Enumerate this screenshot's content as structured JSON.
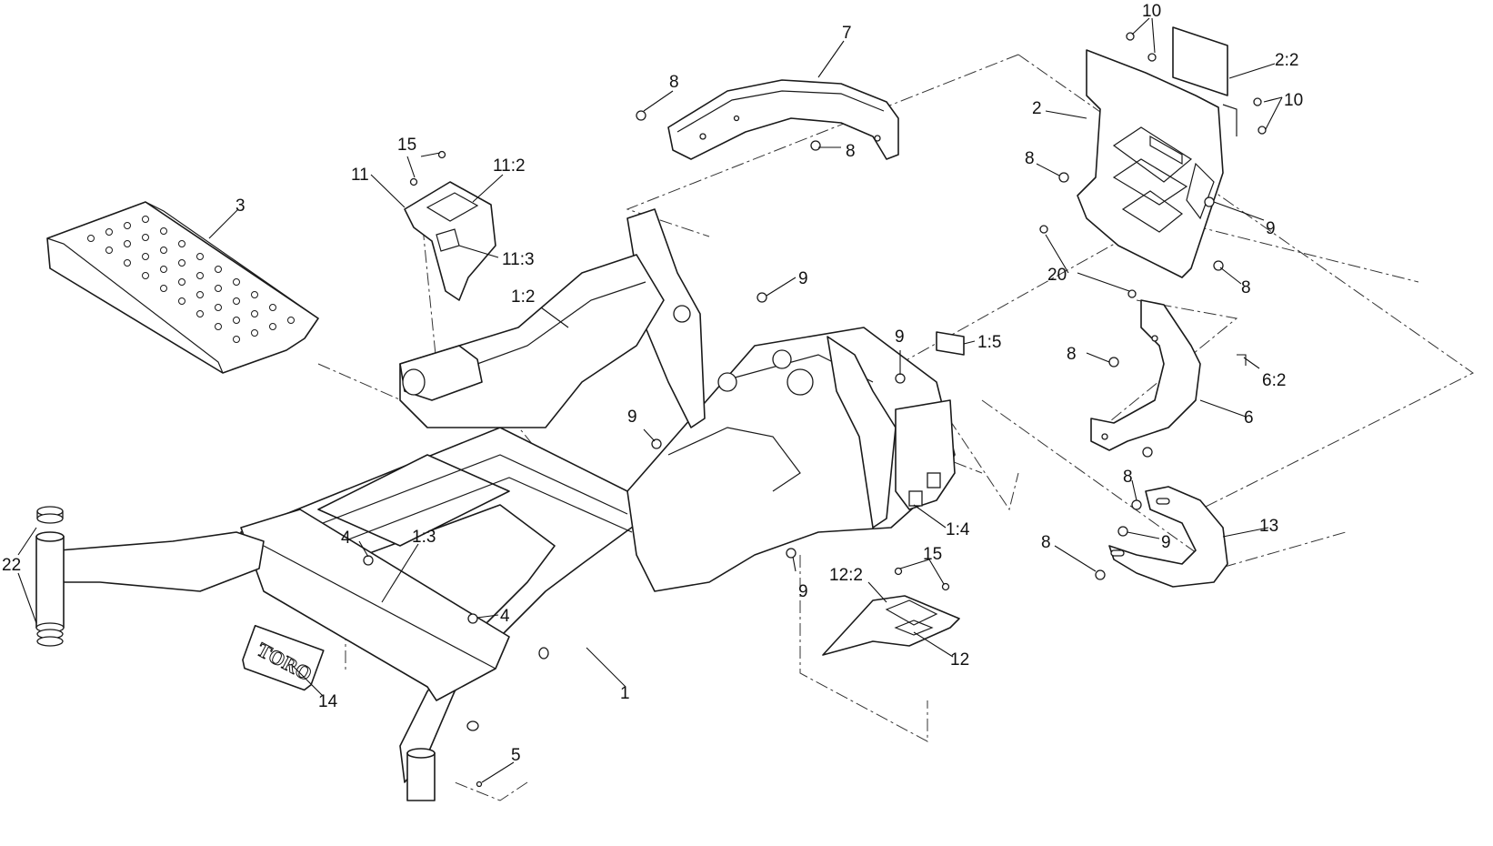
{
  "callouts": [
    {
      "id": "c1",
      "text": "1"
    },
    {
      "id": "c1_2",
      "text": "1:2"
    },
    {
      "id": "c1_3",
      "text": "1:3"
    },
    {
      "id": "c1_4",
      "text": "1:4"
    },
    {
      "id": "c1_5",
      "text": "1:5"
    },
    {
      "id": "c2",
      "text": "2"
    },
    {
      "id": "c2_2",
      "text": "2:2"
    },
    {
      "id": "c3",
      "text": "3"
    },
    {
      "id": "c4a",
      "text": "4"
    },
    {
      "id": "c4b",
      "text": "4"
    },
    {
      "id": "c5",
      "text": "5"
    },
    {
      "id": "c6",
      "text": "6"
    },
    {
      "id": "c6_2",
      "text": "6:2"
    },
    {
      "id": "c7",
      "text": "7"
    },
    {
      "id": "c8a",
      "text": "8"
    },
    {
      "id": "c8b",
      "text": "8"
    },
    {
      "id": "c8c",
      "text": "8"
    },
    {
      "id": "c8d",
      "text": "8"
    },
    {
      "id": "c8e",
      "text": "8"
    },
    {
      "id": "c8f",
      "text": "8"
    },
    {
      "id": "c8g",
      "text": "8"
    },
    {
      "id": "c9a",
      "text": "9"
    },
    {
      "id": "c9b",
      "text": "9"
    },
    {
      "id": "c9c",
      "text": "9"
    },
    {
      "id": "c9d",
      "text": "9"
    },
    {
      "id": "c9e",
      "text": "9"
    },
    {
      "id": "c9f",
      "text": "9"
    },
    {
      "id": "c10a",
      "text": "10"
    },
    {
      "id": "c10b",
      "text": "10"
    },
    {
      "id": "c11",
      "text": "11"
    },
    {
      "id": "c11_2",
      "text": "11:2"
    },
    {
      "id": "c11_3",
      "text": "11:3"
    },
    {
      "id": "c12",
      "text": "12"
    },
    {
      "id": "c12_2",
      "text": "12:2"
    },
    {
      "id": "c13",
      "text": "13"
    },
    {
      "id": "c14",
      "text": "14"
    },
    {
      "id": "c15a",
      "text": "15"
    },
    {
      "id": "c15b",
      "text": "15"
    },
    {
      "id": "c20",
      "text": "20"
    },
    {
      "id": "c22",
      "text": "22"
    }
  ],
  "logo": {
    "text": "TORO"
  },
  "colors": {
    "line": "#1a1a1a",
    "background": "#ffffff"
  }
}
